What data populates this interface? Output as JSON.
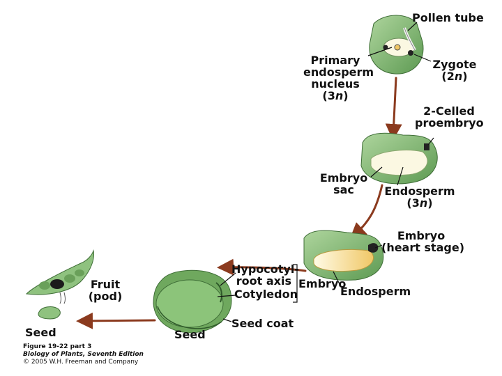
{
  "labels": {
    "pollen_tube": "Pollen tube",
    "primary_endosperm_nucleus": [
      "Primary",
      "endosperm",
      "nucleus"
    ],
    "primary_endosperm_ploidy": {
      "pre": "(3",
      "n": "n",
      "post": ")"
    },
    "zygote": "Zygote",
    "zygote_ploidy": {
      "pre": "(2",
      "n": "n",
      "post": ")"
    },
    "two_celled_proembryo": [
      "2-Celled",
      "proembryo"
    ],
    "embryo_sac": [
      "Embryo",
      "sac"
    ],
    "endosperm_1": "Endosperm",
    "endosperm_1_ploidy": {
      "pre": "(3",
      "n": "n",
      "post": ")"
    },
    "embryo_heart_stage": [
      "Embryo",
      "(heart stage)"
    ],
    "hypocotyl_root_axis": [
      "Hypocotyl-",
      "root axis"
    ],
    "cotyledon": "Cotyledon",
    "embryo": "Embryo",
    "endosperm_2": "Endosperm",
    "seed_coat": "Seed coat",
    "seed_center": "Seed",
    "fruit_pod": [
      "Fruit",
      "(pod)"
    ],
    "seed_left": "Seed"
  },
  "caption": {
    "title": "Figure 19-22 part 3",
    "book": "Biology of Plants, Seventh Edition",
    "copyright": "© 2005 W.H. Freeman and Company"
  },
  "colors": {
    "tissue_green": "#8fc27f",
    "tissue_dark": "#4f8a45",
    "endosperm_light": "#fbf8e2",
    "endosperm_yellow": "#f1d27a",
    "arrow_brown": "#8b3a1e"
  }
}
